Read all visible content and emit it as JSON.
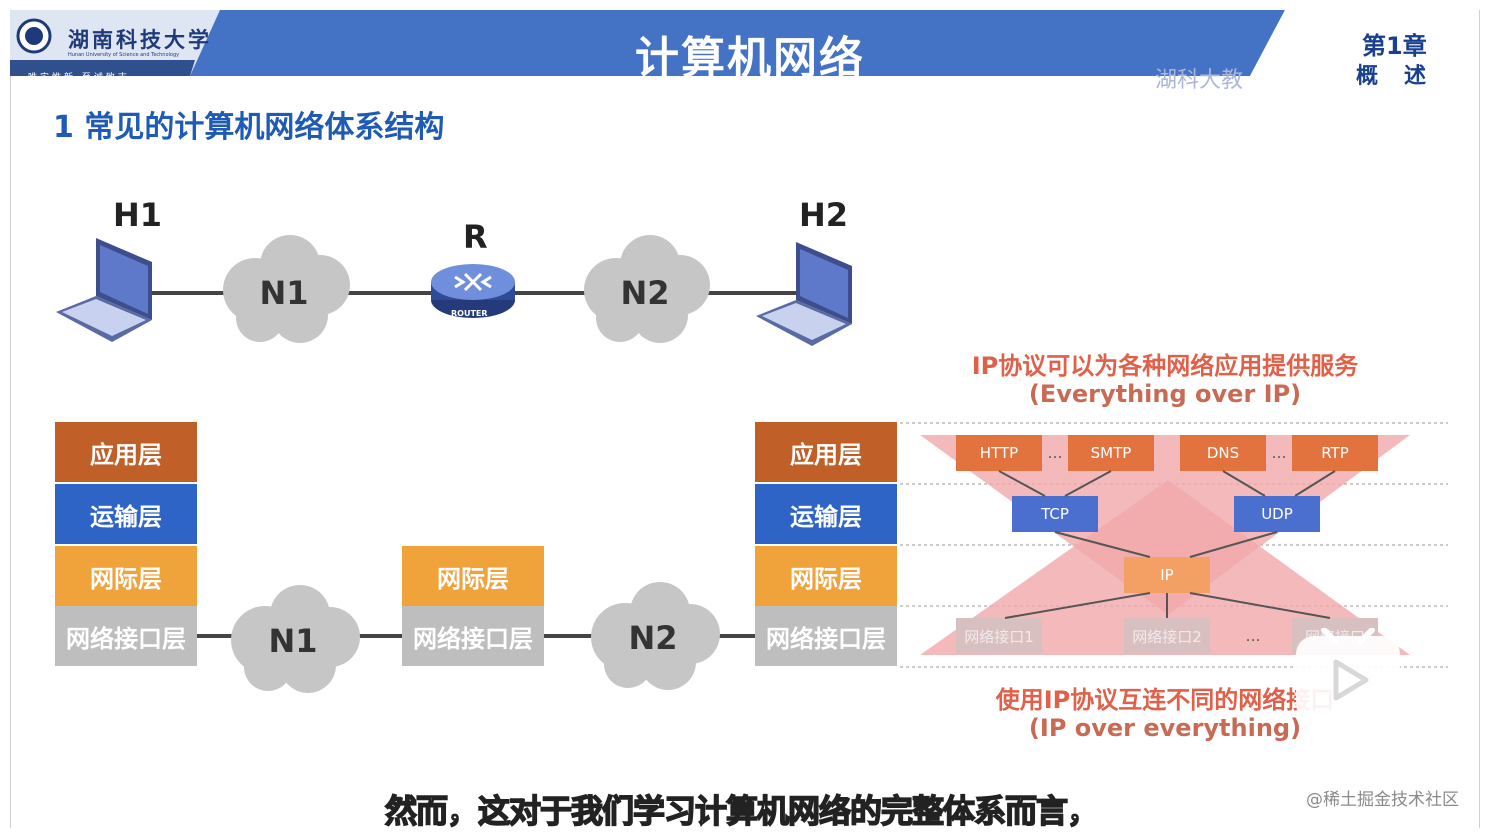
{
  "header": {
    "school_name": "湖南科技大学",
    "school_name_en": "Hunan University of Science and Technology",
    "motto": "唯实惟新 至诚致志",
    "title": "计算机网络",
    "watermark": "湖科大教",
    "chapter": "第1章",
    "chapter_sub": "概述",
    "brand_color": "#4472c4"
  },
  "section_title": "1 常见的计算机网络体系结构",
  "topology": {
    "h1": "H1",
    "h2": "H2",
    "r": "R",
    "router_text": "ROUTER",
    "n1": "N1",
    "n2": "N2"
  },
  "stack_left": [
    "应用层",
    "运输层",
    "网际层",
    "网络接口层"
  ],
  "stack_router": [
    "网际层",
    "网络接口层"
  ],
  "stack_right": [
    "应用层",
    "运输层",
    "网际层",
    "网络接口层"
  ],
  "stack_clouds": {
    "n1": "N1",
    "n2": "N2"
  },
  "ip_diagram": {
    "top_text": "IP协议可以为各种网络应用提供服务",
    "top_sub": "(Everything over IP)",
    "app_protocols": [
      "HTTP",
      "…",
      "SMTP",
      "DNS",
      "…",
      "RTP"
    ],
    "transport": [
      "TCP",
      "UDP"
    ],
    "network": "IP",
    "interfaces": [
      "网络接口1",
      "网络接口2",
      "…",
      "网络接口"
    ],
    "bottom_text": "使用IP协议互连不同的网络接口",
    "bottom_sub": "(IP over everything)"
  },
  "subtitle": "然而，这对于我们学习计算机网络的完整体系而言，",
  "watermark_bottom": "@稀土掘金技术社区",
  "play_icon": "play-icon"
}
